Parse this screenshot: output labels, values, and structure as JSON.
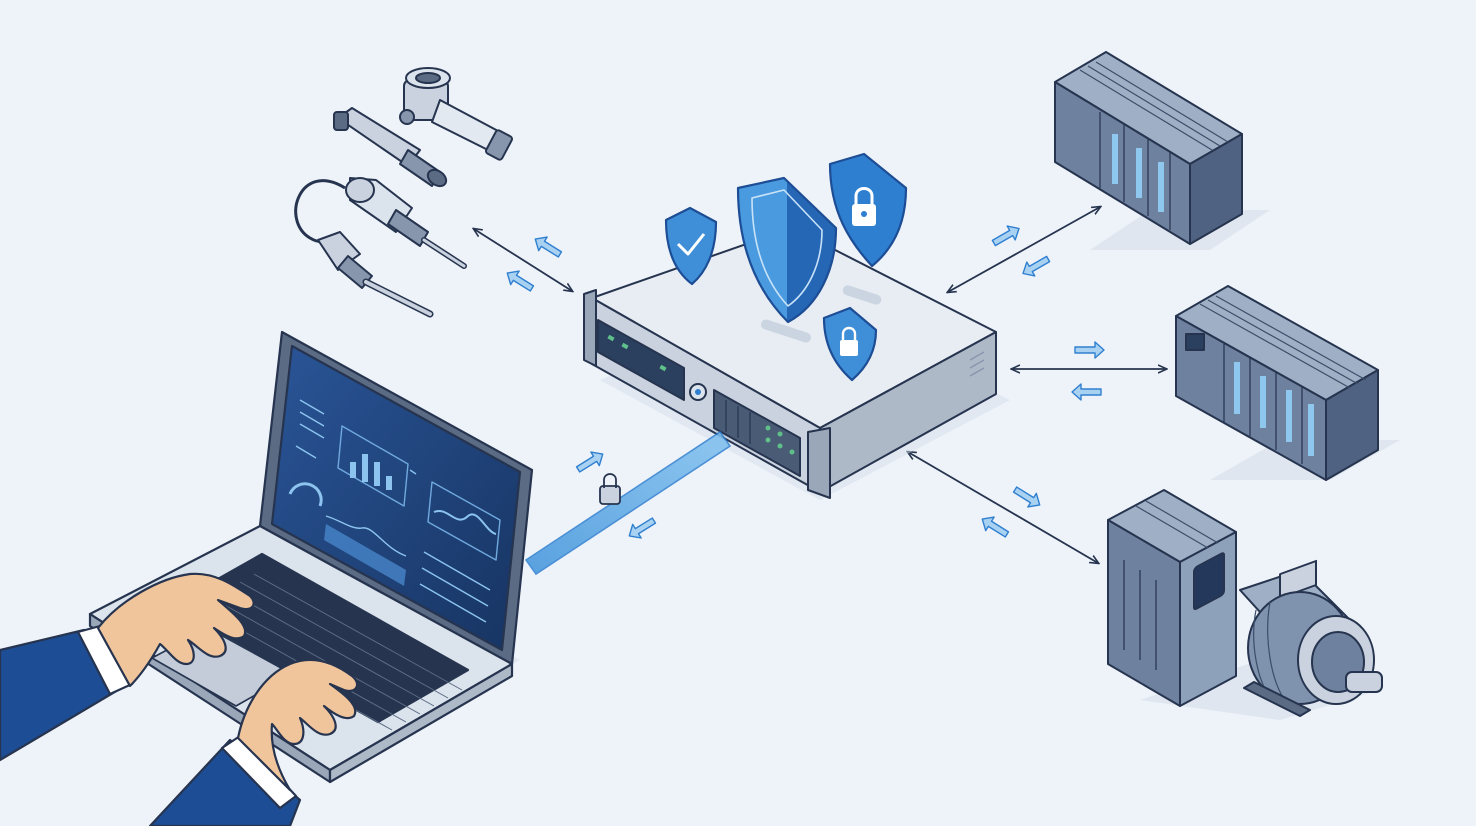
{
  "scene": {
    "hub": "industrial-security-gateway",
    "nodes": [
      "sensors",
      "plc-top",
      "plc-middle",
      "drive-motor",
      "engineering-laptop"
    ]
  },
  "colors": {
    "background": "#eef3f9",
    "outline": "#26344f",
    "accent_blue": "#2f7fd0",
    "light_blue": "#8cc4ef",
    "hardware_gray": "#c9d2de",
    "hardware_dark": "#5b6b84",
    "screen_dark": "#1c3a6a",
    "sleeve": "#1d4d94",
    "skin": "#f1c59c"
  },
  "icons": [
    "shield-check-icon",
    "shield-icon",
    "padlock-icon",
    "arrow-icon"
  ]
}
